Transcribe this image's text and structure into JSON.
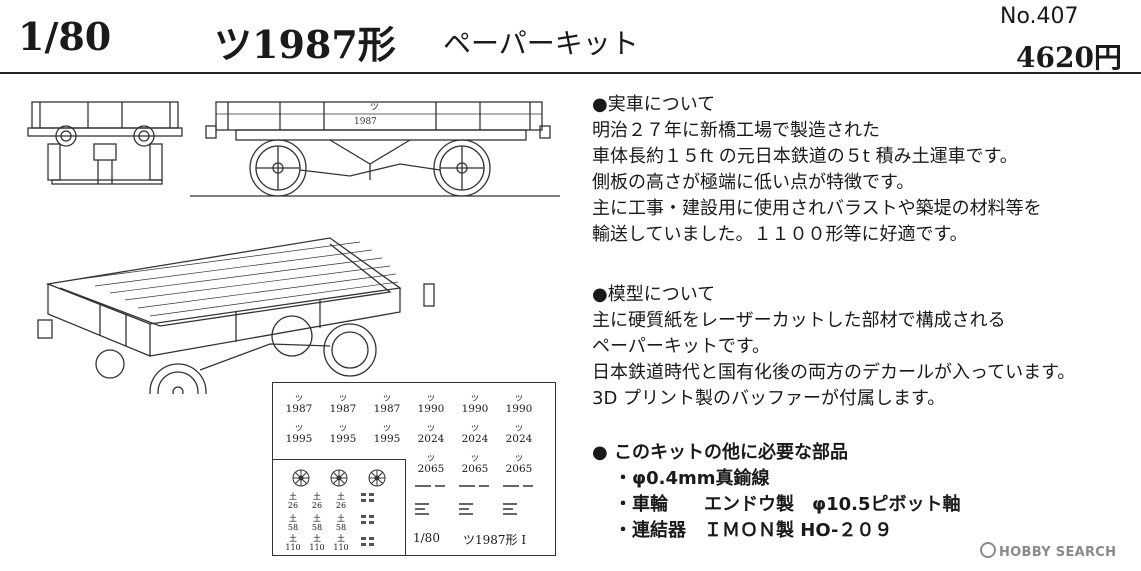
{
  "header": {
    "scale": "1/80",
    "model": "ツ1987形",
    "kit_type": "ペーパーキット",
    "product_no": "No.407",
    "price": "4620円"
  },
  "drawing": {
    "car_number": "1987",
    "kana": "ツ"
  },
  "real_car": {
    "heading": "●実車について",
    "lines": [
      "明治２７年に新橋工場で製造された",
      "車体長約１５ft の元日本鉄道の５t 積み土運車です。",
      "側板の高さが極端に低い点が特徴です。",
      "主に工事・建設用に使用されバラストや築堤の材料等を",
      "輸送していました。１１００形等に好適です。"
    ]
  },
  "model_info": {
    "heading": "●模型について",
    "lines": [
      "主に硬質紙をレーザーカットした部材で構成される",
      "ペーパーキットです。",
      "日本鉄道時代と国有化後の両方のデカールが入っています。",
      "3D プリント製のバッファーが付属します。"
    ]
  },
  "required_parts": {
    "heading": "●  このキットの他に必要な部品",
    "items": [
      "・φ0.4mm真鍮線",
      "・車輪　　エンドウ製　φ10.5ピボット軸",
      "・連結器　ＩＭＯＮ製 HO-２０９"
    ]
  },
  "decal_sheet": {
    "kana": "ツ",
    "numbers_row1": [
      "1987",
      "1987",
      "1987",
      "1990",
      "1990",
      "1990"
    ],
    "numbers_row2": [
      "1995",
      "1995",
      "1995",
      "2024",
      "2024",
      "2024"
    ],
    "numbers_row3": [
      "2065",
      "2065",
      "2065"
    ],
    "small_kana": "土",
    "small_row1": [
      "26",
      "26",
      "26"
    ],
    "small_row2": [
      "58",
      "58",
      "58"
    ],
    "small_row3": [
      "110",
      "110",
      "110"
    ],
    "footer_scale": "1/80",
    "footer_title": "ツ1987形 I"
  },
  "watermark": "HOBBY SEARCH"
}
